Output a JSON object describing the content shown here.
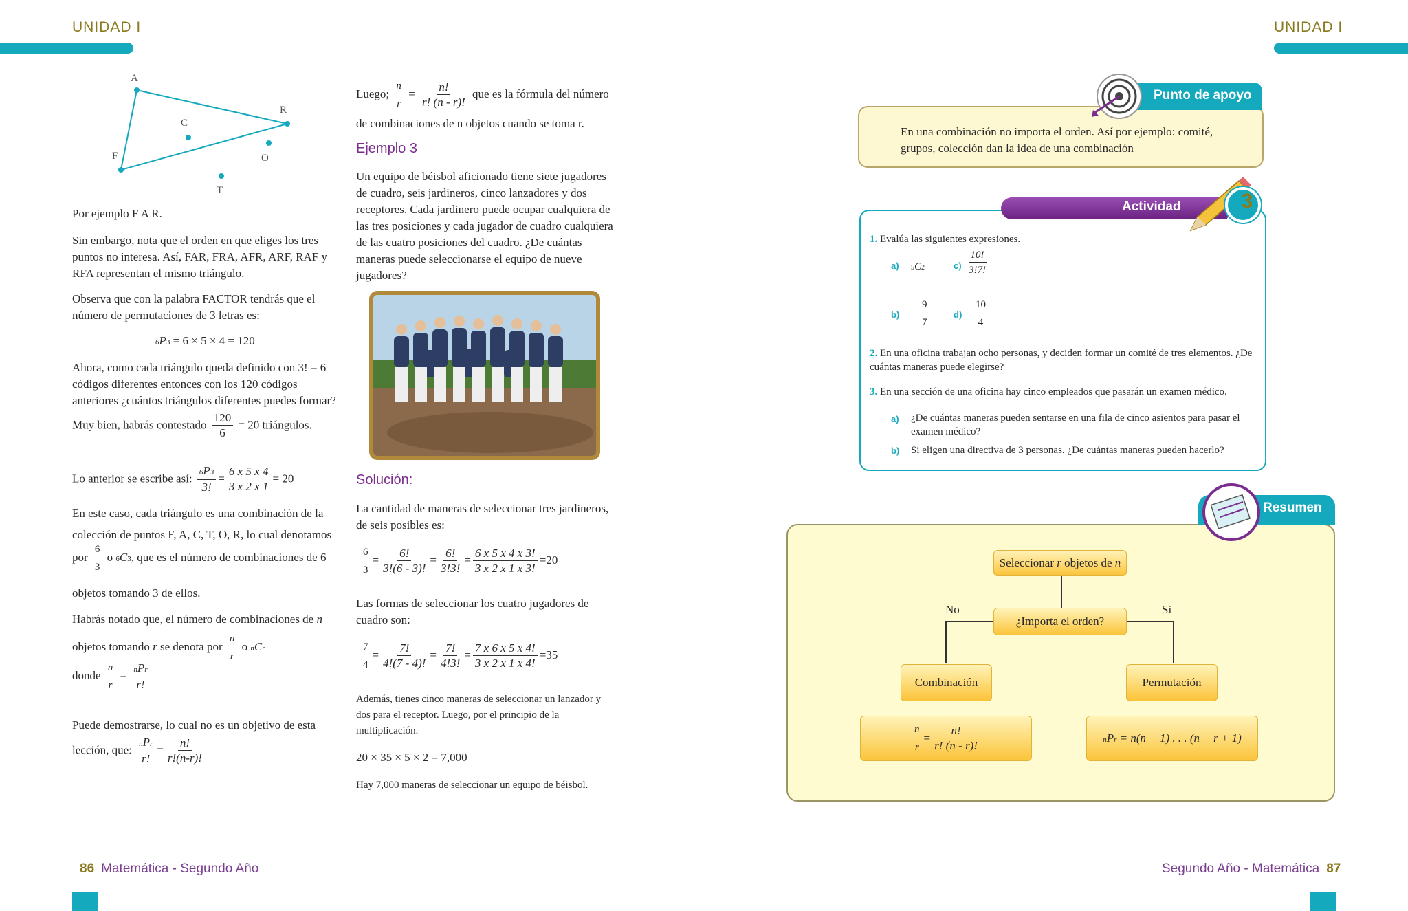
{
  "header": {
    "left_unit": "UNIDAD I",
    "right_unit": "UNIDAD I"
  },
  "colors": {
    "accent": "#15a9bd",
    "purple": "#7b2d8f",
    "gold": "#8a7a1e",
    "box_yellow": "#fdfbcf"
  },
  "left_column": {
    "triangle_points": [
      "A",
      "R",
      "C",
      "O",
      "F",
      "T"
    ],
    "p1": "Por ejemplo F A R.",
    "p2": "Sin embargo, nota que el orden en que eliges los tres puntos no interesa. Así, FAR, FRA, AFR, ARF, RAF y RFA representan el mismo triángulo.",
    "p3": "Observa que con la palabra FACTOR tendrás que el número de permutaciones de 3 letras es:",
    "eq1": "6 × 5 × 4 = 120",
    "p4": "Ahora, como cada triángulo queda definido con 3! = 6 códigos diferentes entonces con los 120 códigos anteriores ¿cuántos triángulos diferentes puedes formar?",
    "p5_pre": "Muy bien, habrás contestado",
    "p5_num": "120",
    "p5_den": "6",
    "p5_post": "= 20  triángulos.",
    "p6_pre": "Lo anterior se escribe así:",
    "p6_den1": "3!",
    "p6_num2": "6 x 5 x 4",
    "p6_den2": "3 x 2 x 1",
    "p6_res": "= 20",
    "p7": "En este caso, cada triángulo es una combinación de la colección de puntos F, A, C, T, O, R, lo cual denotamos",
    "p8_pre": "por",
    "p8_post": "que es el número de combinaciones de 6",
    "p9": "objetos tomando 3 de ellos.",
    "p10": "Habrás notado que, el número de combinaciones de",
    "p10_n": "n",
    "p11_pre": "objetos tomando",
    "p11_r": "r",
    "p11_post": "se denota por",
    "p12_pre": "donde",
    "p12_den": "r!",
    "p13": "Puede demostrarse, lo cual no es un objetivo de esta",
    "p14_pre": "lección, que:",
    "p14_den1": "r!",
    "p14_num2": "n!",
    "p14_den2": "r!(n-r)!"
  },
  "middle_column": {
    "luego_pre": "Luego;",
    "luego_num": "n!",
    "luego_den": "r! (n - r)!",
    "luego_post": "que es la fórmula del número",
    "luego_line2": "de combinaciones de n objetos cuando se toma r.",
    "ejemplo": "Ejemplo 3",
    "problem": "Un equipo de béisbol aficionado tiene siete jugadores de cuadro, seis jardineros, cinco lanzadores y dos receptores. Cada jardinero puede ocupar cualquiera de las tres posiciones y cada jugador de cuadro cualquiera de las cuatro posiciones del cuadro. ¿De cuántas maneras puede seleccionarse el equipo de nueve jugadores?",
    "solucion": "Solución:",
    "s1": "La cantidad de maneras de seleccionar tres jardineros, de seis posibles es:",
    "s1_f1n": "6!",
    "s1_f1d": "3!(6 - 3)!",
    "s1_f2n": "6!",
    "s1_f2d": "3!3!",
    "s1_f3n": "6 x 5 x 4 x 3!",
    "s1_f3d": "3 x 2 x 1 x 3!",
    "s1_res": "=20",
    "s2": "Las formas de seleccionar los cuatro jugadores de cuadro son:",
    "s2_f1n": "7!",
    "s2_f1d": "4!(7 - 4)!",
    "s2_f2n": "7!",
    "s2_f2d": "4!3!",
    "s2_f3n": "7 x 6 x 5 x 4!",
    "s2_f3d": "3 x 2 x 1 x 4!",
    "s2_res": "=35",
    "s3": "Además, tienes cinco maneras de seleccionar un lanzador y dos para el receptor. Luego, por el principio de la multiplicación.",
    "s4": "20 × 35 × 5 × 2 = 7,000",
    "s5": "Hay 7,000 maneras de seleccionar un equipo de béisbol."
  },
  "punto_apoyo": {
    "title": "Punto de apoyo",
    "text": "En una combinación no importa el orden. Así por ejemplo: comité, grupos, colección dan la idea de una combinación"
  },
  "actividad": {
    "title": "Actividad",
    "number": "3",
    "q1": "Evalúa las siguientes expresiones.",
    "q1_c_num": "10!",
    "q1_c_den": "3!7!",
    "q2": "En una oficina trabajan ocho personas, y deciden formar un comité de tres elementos. ¿De cuántas maneras puede elegirse?",
    "q3": "En una sección de una oficina hay cinco empleados que pasarán un examen médico.",
    "q3a": "¿De cuántas maneras pueden sentarse en una fila de cinco asientos para pasar el examen médico?",
    "q3b": "Si eligen una directiva de 3 personas. ¿De cuántas maneras pueden hacerlo?"
  },
  "resumen": {
    "title": "Resumen",
    "top": "Seleccionar r objetos de n",
    "question": "¿Importa el orden?",
    "no": "No",
    "si": "Si",
    "left": "Combinación",
    "right": "Permutación",
    "left_formula_num": "n!",
    "left_formula_den": "r! (n - r)!",
    "right_formula": "= n(n − 1) . . . (n − r + 1)"
  },
  "footer": {
    "left_page": "86",
    "left_title": "Matemática - Segundo Año",
    "right_title": "Segundo Año - Matemática",
    "right_page": "87"
  }
}
